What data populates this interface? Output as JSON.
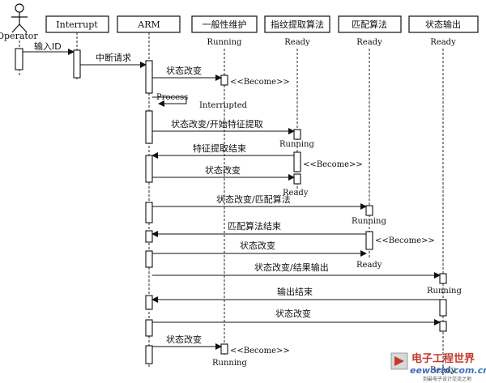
{
  "actor": {
    "label": "Operator"
  },
  "lifelines": [
    {
      "label": "Interrupt",
      "state": ""
    },
    {
      "label": "ARM",
      "state": ""
    },
    {
      "label": "一般性维护",
      "state": "Running"
    },
    {
      "label": "指纹提取算法",
      "state": "Ready"
    },
    {
      "label": "匹配算法",
      "state": "Ready"
    },
    {
      "label": "状态输出",
      "state": "Ready"
    }
  ],
  "messages": {
    "m1": "输入ID",
    "m2": "中断请求",
    "m3": "状态改变",
    "m4": "状态改变/开始特征提取",
    "m5": "特征提取结束",
    "m6": "状态改变",
    "m7": "状态改变/匹配算法",
    "m8": "匹配算法结束",
    "m9": "状态改变",
    "m10": "状态改变/结果输出",
    "m11": "输出结束",
    "m12": "状态改变",
    "m13": "状态改变"
  },
  "notes": {
    "process": "Process",
    "interrupted": "Interrupted",
    "become": "<<Become>>",
    "running": "Running",
    "ready": "Ready"
  },
  "watermark": {
    "title": "电子工程世界",
    "site": "eeworld.com.cn",
    "tagline": "到最电子设计交流之地"
  }
}
